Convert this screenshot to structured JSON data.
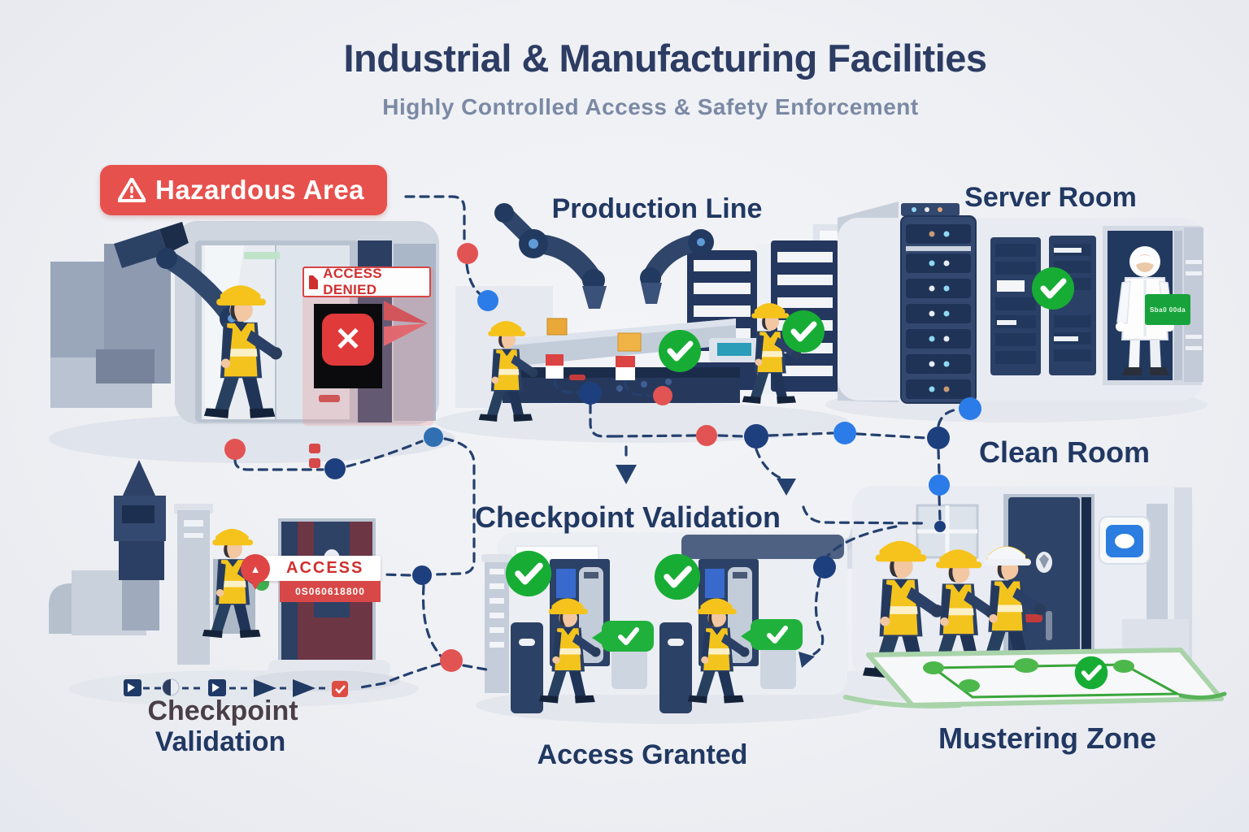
{
  "header": {
    "title": "Industrial & Manufacturing Facilities",
    "subtitle": "Highly Controlled Access & Safety Enforcement"
  },
  "zones": {
    "hazardous": {
      "label": "Hazardous Area"
    },
    "production": {
      "label": "Production Line"
    },
    "server_room": {
      "label": "Server Room"
    },
    "clean_room": {
      "label": "Clean Room"
    },
    "checkpoint_center": {
      "label": "Checkpoint Validation"
    },
    "access_granted": {
      "label": "Access Granted"
    },
    "mustering": {
      "label": "Mustering Zone"
    },
    "checkpoint_left": {
      "line1": "Checkpoint",
      "line2": "Validation"
    }
  },
  "signs": {
    "access_denied": {
      "label": "ACCESS DENIED",
      "x_glyph": "✕"
    },
    "access": {
      "label": "ACCESS",
      "sub_text": "0S060618800",
      "pin_glyph": "▲"
    },
    "server_tag": {
      "text": "Sba0 00da"
    }
  },
  "colors": {
    "alert_red": "#e7514d",
    "navy": "#24406e",
    "success_green": "#17ad35",
    "accent_blue": "#2b7ce8",
    "title_navy": "#2c3c63"
  }
}
